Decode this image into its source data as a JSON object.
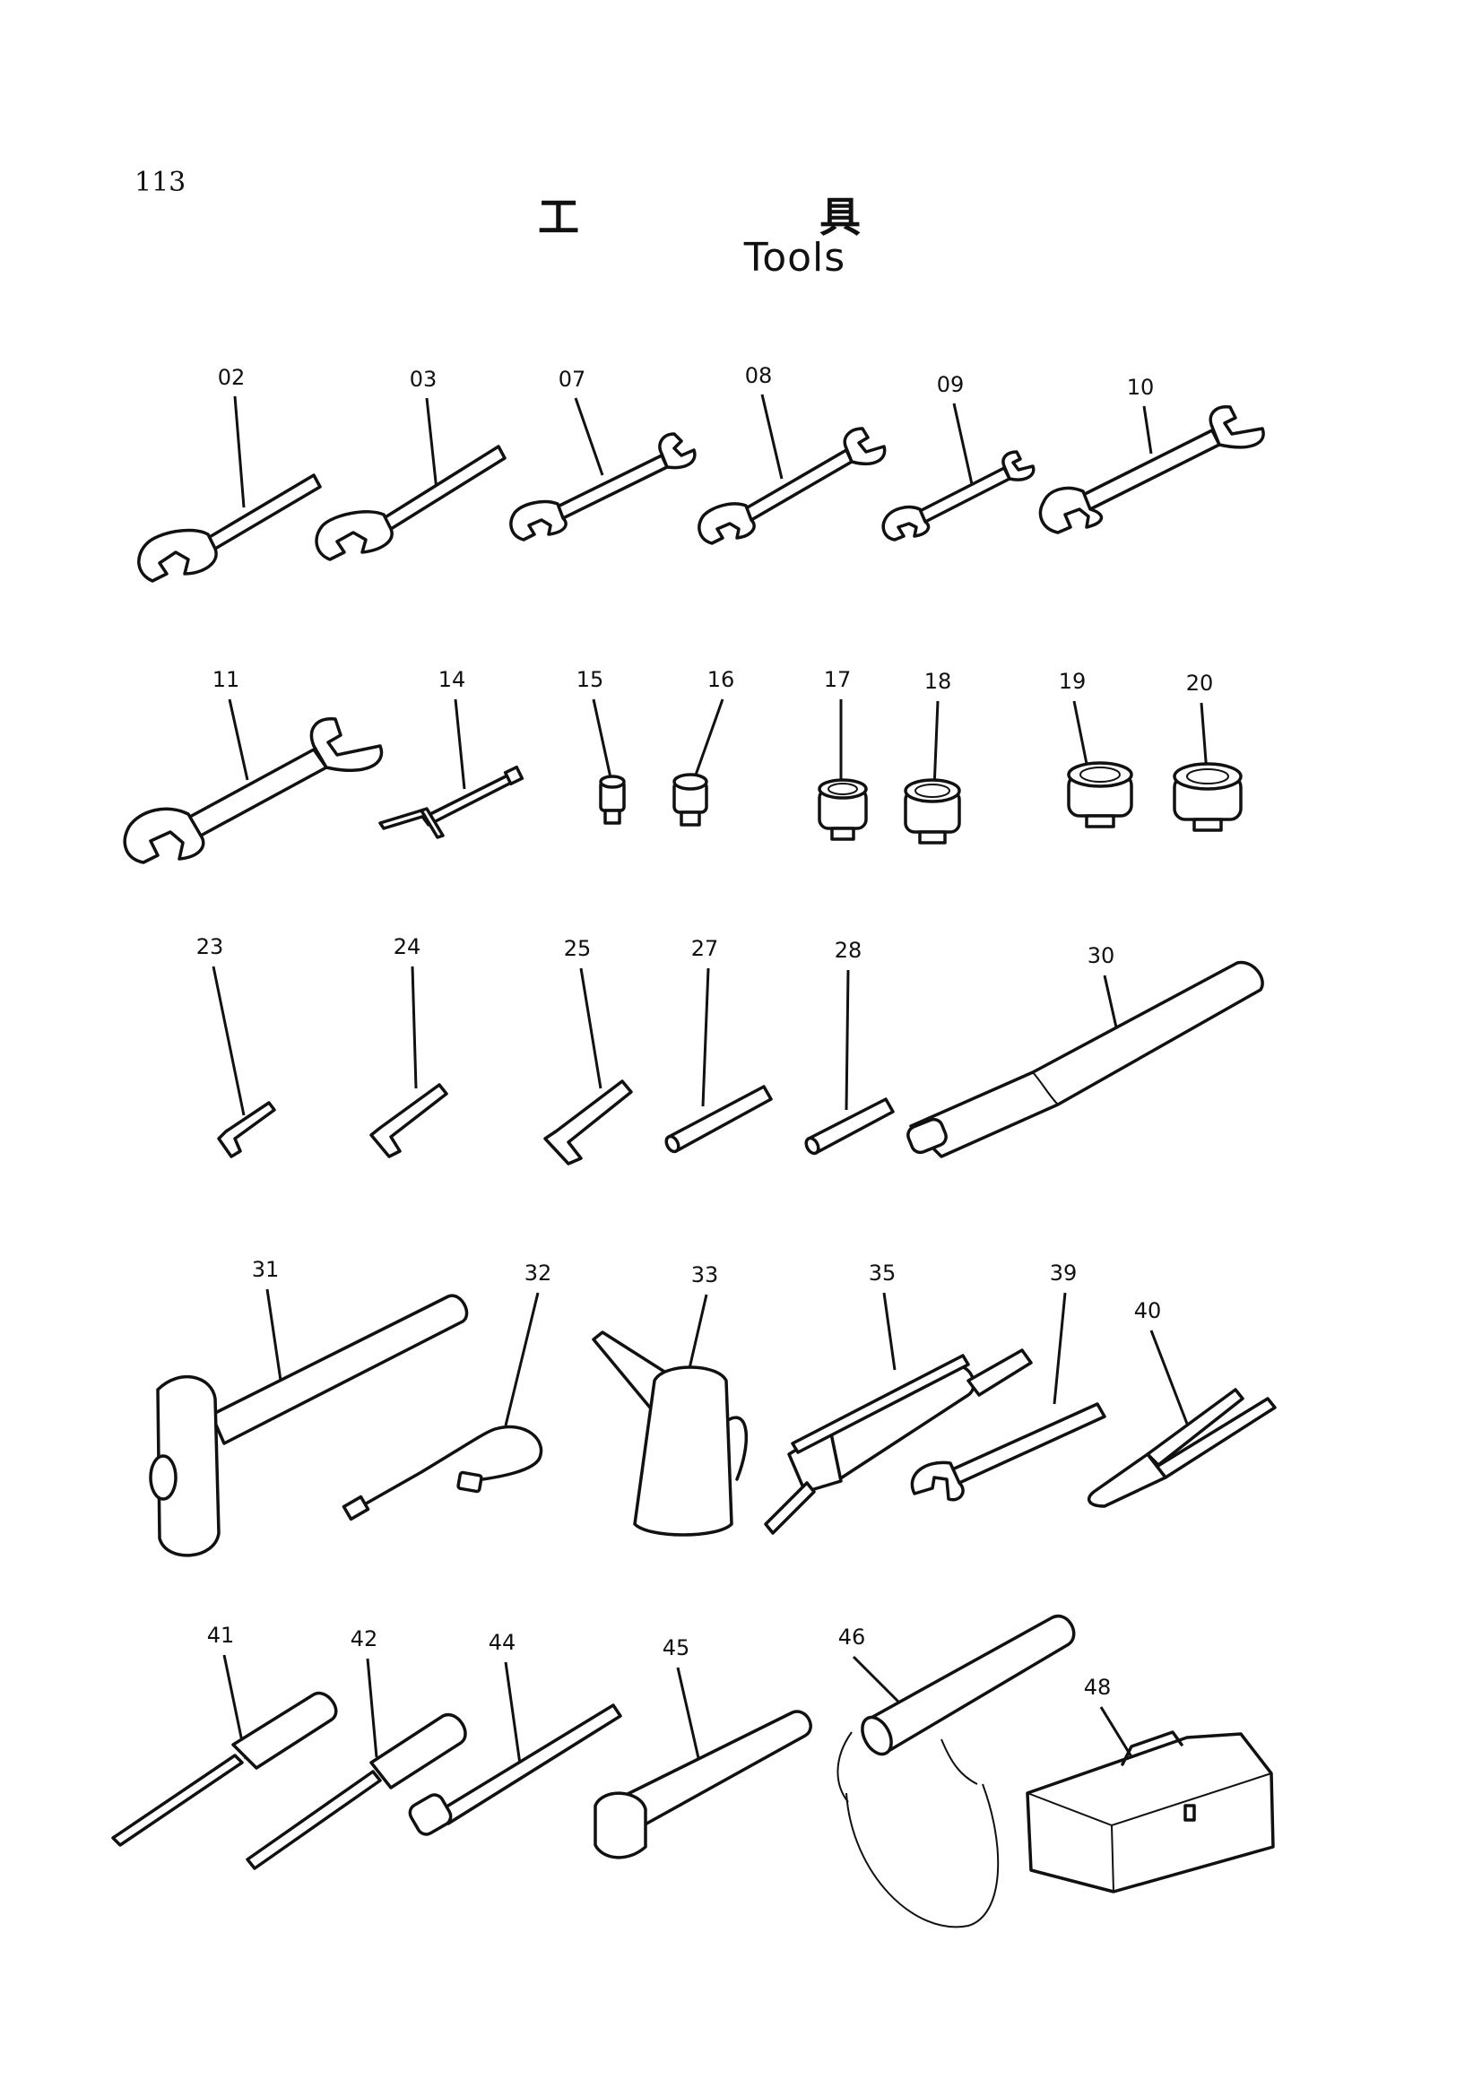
{
  "page": {
    "number": "113",
    "title_jp_1": "工",
    "title_jp_2": "具",
    "title_en": "Tools"
  },
  "parts": [
    "02",
    "03",
    "07",
    "08",
    "09",
    "10",
    "11",
    "14",
    "15",
    "16",
    "17",
    "18",
    "19",
    "20",
    "23",
    "24",
    "25",
    "27",
    "28",
    "30",
    "31",
    "32",
    "33",
    "35",
    "39",
    "40",
    "41",
    "42",
    "44",
    "45",
    "46",
    "48"
  ]
}
